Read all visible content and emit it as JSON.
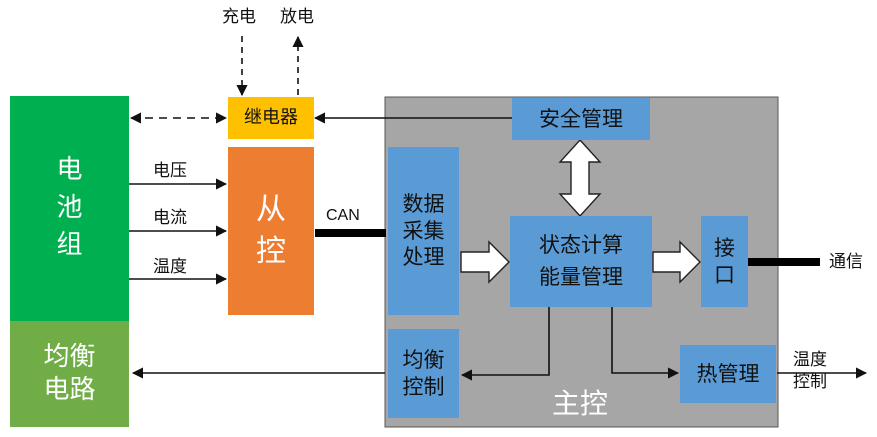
{
  "nodes": {
    "battery_pack": "电\n池\n组",
    "balance_circuit": "均衡\n电路",
    "relay": "继电器",
    "slave_control": "从\n控",
    "main_control": "主控",
    "safety_management": "安全管理",
    "data_acquisition": "数据\n采集\n处理",
    "state_calc": "状态计算\n能量管理",
    "interface": "接\n口",
    "balance_control": "均衡\n控制",
    "thermal_management": "热管理"
  },
  "labels": {
    "charge": "充电",
    "discharge": "放电",
    "voltage": "电压",
    "current": "电流",
    "temperature": "温度",
    "can": "CAN",
    "communication": "通信",
    "temp_control": "温度\n控制"
  },
  "colors": {
    "battery_green": "#00b050",
    "balance_green": "#70ad47",
    "relay_yellow": "#ffc000",
    "slave_orange": "#ed7d31",
    "module_blue": "#5b9bd5",
    "main_gray": "#a6a6a6"
  }
}
